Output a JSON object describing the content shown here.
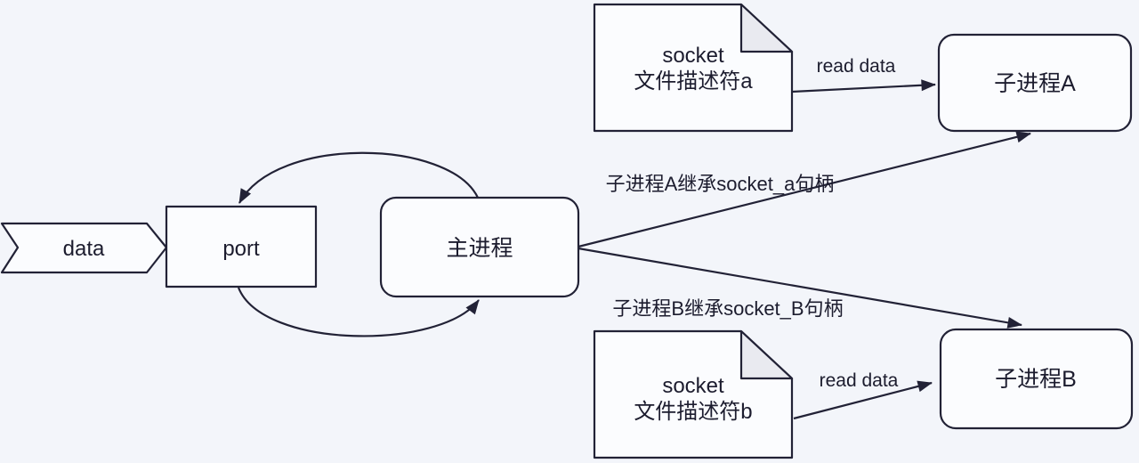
{
  "diagram": {
    "title": "socket file descriptor inheritance between main process and child processes",
    "colors": {
      "background": "#f3f5fa",
      "stroke": "#222236",
      "node_fill": "#fbfcfe",
      "fold_fill": "#e9eaf0",
      "text": "#1c1c2e"
    },
    "nodes": {
      "data": {
        "label": "data"
      },
      "port": {
        "label": "port"
      },
      "main_process": {
        "label": "主进程"
      },
      "socket_a": {
        "line1": "socket",
        "line2": "文件描述符a"
      },
      "socket_b": {
        "line1": "socket",
        "line2": "文件描述符b"
      },
      "child_a": {
        "label": "子进程A"
      },
      "child_b": {
        "label": "子进程B"
      }
    },
    "edges": {
      "read_data_a": {
        "label": "read data"
      },
      "read_data_b": {
        "label": "read data"
      },
      "inherit_a": {
        "label": "子进程A继承socket_a句柄"
      },
      "inherit_b": {
        "label": "子进程B继承socket_B句柄"
      }
    }
  }
}
